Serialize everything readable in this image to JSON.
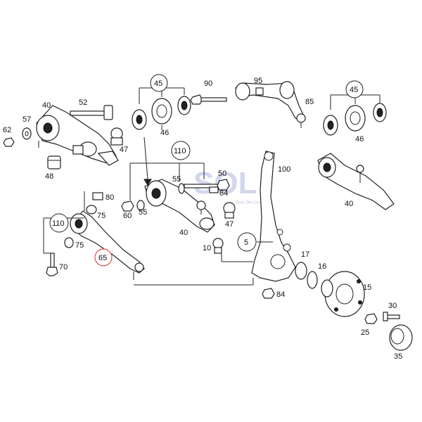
{
  "labels": {
    "l45a": "45",
    "l90": "90",
    "l95": "95",
    "l85": "85",
    "l45b": "45",
    "l40a": "40",
    "l52": "52",
    "l57": "57",
    "l62": "62",
    "l47a": "47",
    "l48": "48",
    "l46a": "46",
    "l46b": "46",
    "l110a": "110",
    "l100": "100",
    "l50": "50",
    "l55a": "55",
    "l64": "64",
    "l40b": "40",
    "l60": "60",
    "l55b": "55",
    "l47b": "47",
    "l40c": "40",
    "l80": "80",
    "l75a": "75",
    "l110b": "110",
    "l75b": "75",
    "l5": "5",
    "l10": "10",
    "l17": "17",
    "l16": "16",
    "l65": "65",
    "l70": "70",
    "l15": "15",
    "l84": "84",
    "l30": "30",
    "l25": "25",
    "l35": "35"
  },
  "watermark": {
    "text": "SOL",
    "subtitle": "Sun On Line"
  },
  "colors": {
    "highlight_circle": "#d9534f",
    "watermark": "#7f8fc8"
  }
}
